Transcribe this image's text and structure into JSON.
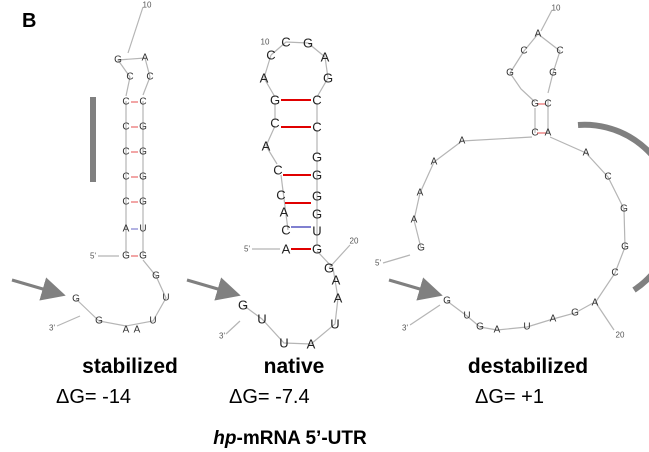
{
  "panel_label": "B",
  "footer": {
    "italic": "hp",
    "rest": "-mRNA 5’-UTR"
  },
  "colors": {
    "gc_pair": "#e86a6a",
    "gc_pair_strong": "#e00000",
    "au_pair": "#8080d0",
    "bracket": "#808080",
    "backbone": "#b5b5b5"
  },
  "structures": [
    {
      "name": "stabilized",
      "caption": "stabilized",
      "delta_g": "ΔG= -14",
      "nucleotides": [
        "G",
        "A",
        "C",
        "C",
        "C",
        "C",
        "C",
        "C",
        "C",
        "C",
        "A",
        "G",
        "G",
        "G",
        "G",
        "G",
        "G",
        "G",
        "U",
        "G",
        "G",
        "U",
        "A",
        "U",
        "A"
      ],
      "position_labels": [
        "10",
        "5'",
        "3'"
      ]
    },
    {
      "name": "native",
      "caption": "native",
      "delta_g": "ΔG= -7.4",
      "nucleotides": [
        "C",
        "G",
        "A",
        "C",
        "A",
        "G",
        "G",
        "C",
        "C",
        "C",
        "A",
        "C",
        "C",
        "A",
        "C",
        "A",
        "G",
        "G",
        "G",
        "G",
        "G",
        "U",
        "G",
        "A",
        "A",
        "U",
        "A",
        "U",
        "G",
        "U"
      ],
      "position_labels": [
        "10",
        "20",
        "5'",
        "3'"
      ]
    },
    {
      "name": "destabilized",
      "caption": "destabilized",
      "delta_g": "ΔG= +1",
      "nucleotides": [
        "A",
        "C",
        "C",
        "G",
        "G",
        "G",
        "C",
        "C",
        "A",
        "A",
        "A",
        "C",
        "A",
        "G",
        "A",
        "G",
        "G",
        "C",
        "A",
        "G",
        "U",
        "A",
        "U",
        "A",
        "G",
        "A",
        "G"
      ],
      "position_labels": [
        "10",
        "20",
        "5'",
        "3'"
      ]
    }
  ]
}
